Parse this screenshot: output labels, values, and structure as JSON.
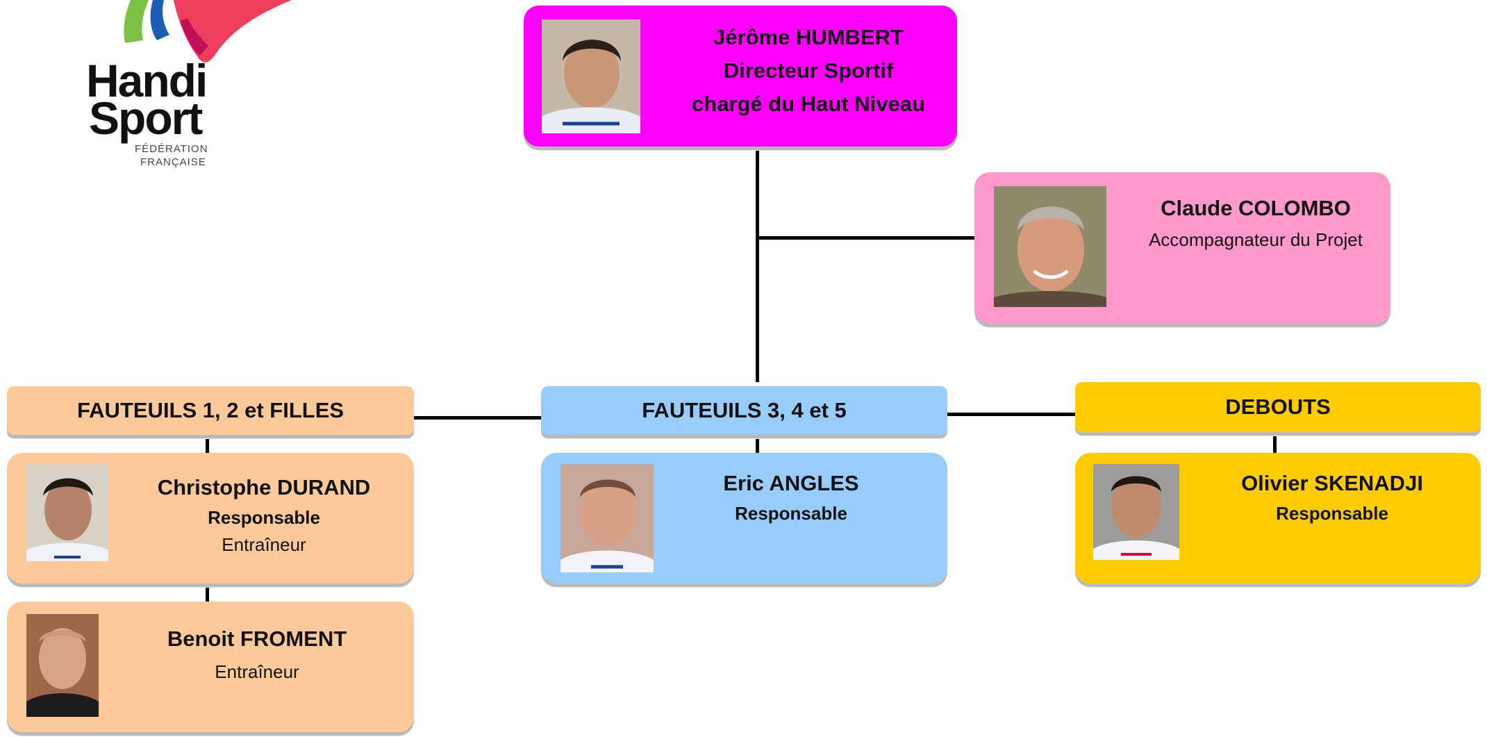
{
  "logo": {
    "word1": "Handi",
    "word2": "Sport",
    "sub1": "FÉDÉRATION",
    "sub2": "FRANÇAISE"
  },
  "director": {
    "name": "Jérôme HUMBERT",
    "line2": "Directeur Sportif",
    "line3": "chargé du Haut Niveau",
    "color": "#ff00ff"
  },
  "accompagnateur": {
    "name": "Claude COLOMBO",
    "role": "Accompagnateur du Projet",
    "color": "#ff99cc"
  },
  "groups": [
    {
      "title": "FAUTEUILS 1, 2 et FILLES",
      "color": "#fcca98",
      "members": [
        {
          "name": "Christophe DURAND",
          "role_bold": "Responsable",
          "role": "Entraîneur"
        },
        {
          "name": "Benoit FROMENT",
          "role": "Entraîneur"
        }
      ]
    },
    {
      "title": "FAUTEUILS 3, 4 et 5",
      "color": "#98ccfb",
      "members": [
        {
          "name": "Eric ANGLES",
          "role_bold": "Responsable"
        }
      ]
    },
    {
      "title": "DEBOUTS",
      "color": "#ffcc00",
      "members": [
        {
          "name": "Olivier SKENADJI",
          "role_bold": "Responsable"
        }
      ]
    }
  ]
}
